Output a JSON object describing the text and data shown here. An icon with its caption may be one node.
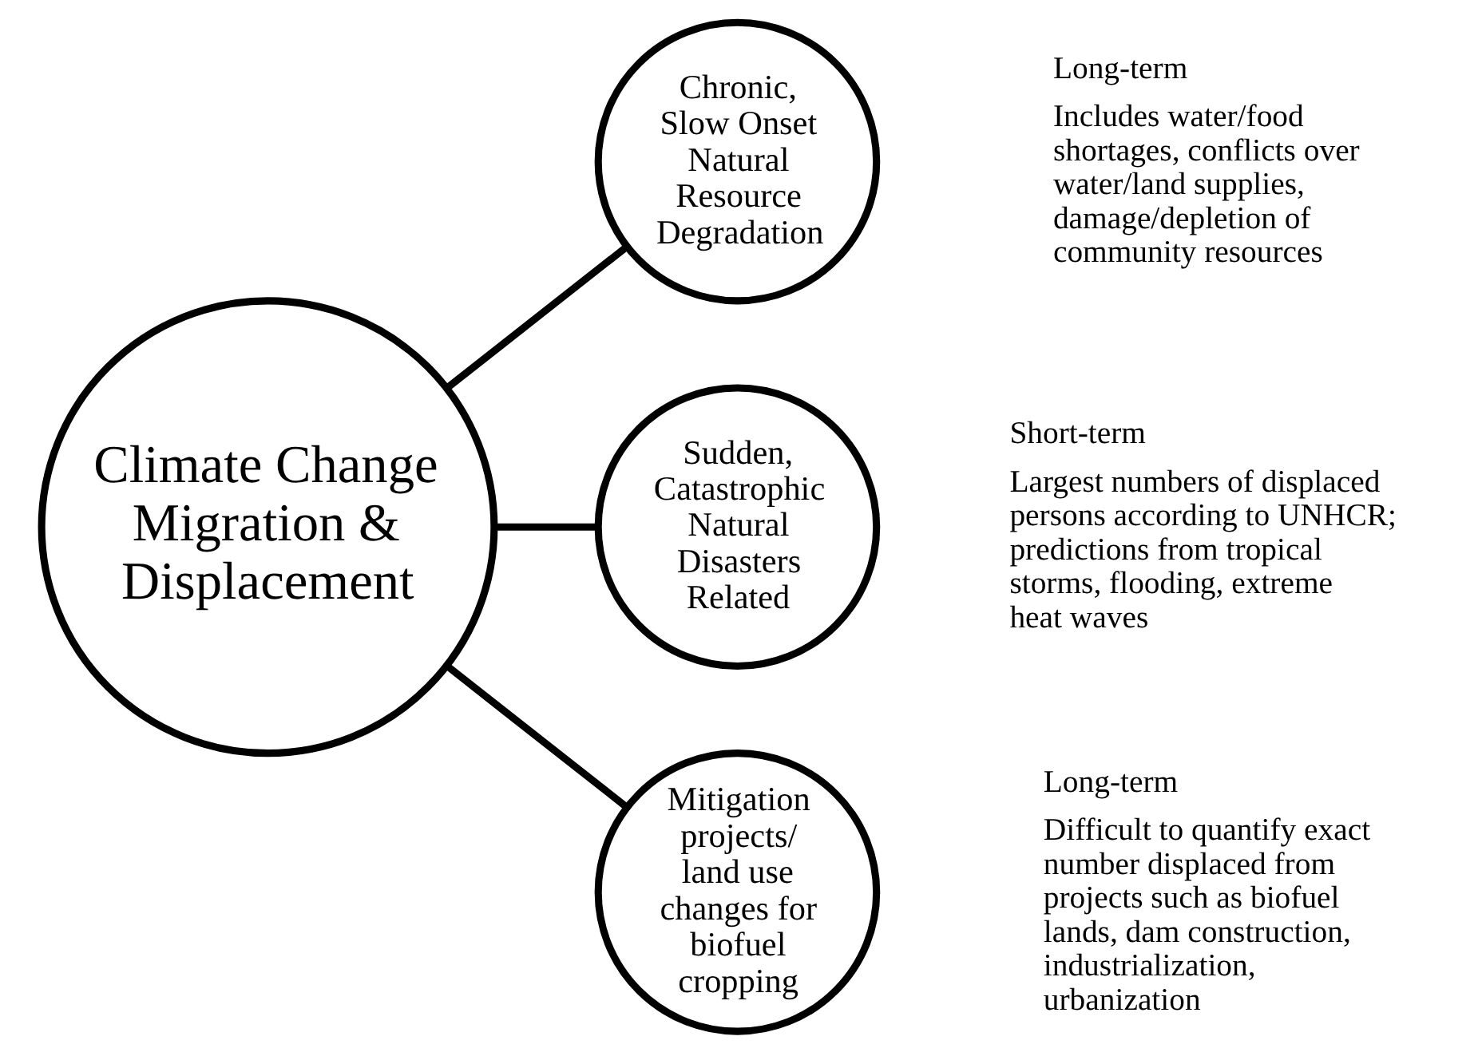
{
  "diagram": {
    "nodes": [
      {
        "text": [
          "Climate Change Migration & Displacement"
        ]
      },
      {
        "text": [
          "Chronic, Slow Onset Natural Resource Degradation"
        ],
        "beside": [
          "Long-term",
          "Includes water/food shortages, conflicts over water/land supplies, damage/depletion of community resources"
        ]
      },
      {
        "text": [
          "Sudden, Catastrophic Natural Disasters Related"
        ],
        "beside": [
          "Short-term",
          "Largest numbers of displaced persons according to UNHCR; predictions from tropical storms, flooding, extreme heat waves"
        ]
      },
      {
        "text": [
          "Mitigation projects/ land use changes for biofuel cropping"
        ],
        "beside": [
          "Long-term",
          "Difficult to quantify exact number displaced from projects such as biofuel lands, dam construction, industrialization, urbanization"
        ]
      }
    ],
    "edges": [
      {
        "from": 0,
        "to": 1,
        "arrow": "none"
      },
      {
        "from": 0,
        "to": 2,
        "arrow": "none"
      },
      {
        "from": 0,
        "to": 3,
        "arrow": "none"
      }
    ]
  }
}
